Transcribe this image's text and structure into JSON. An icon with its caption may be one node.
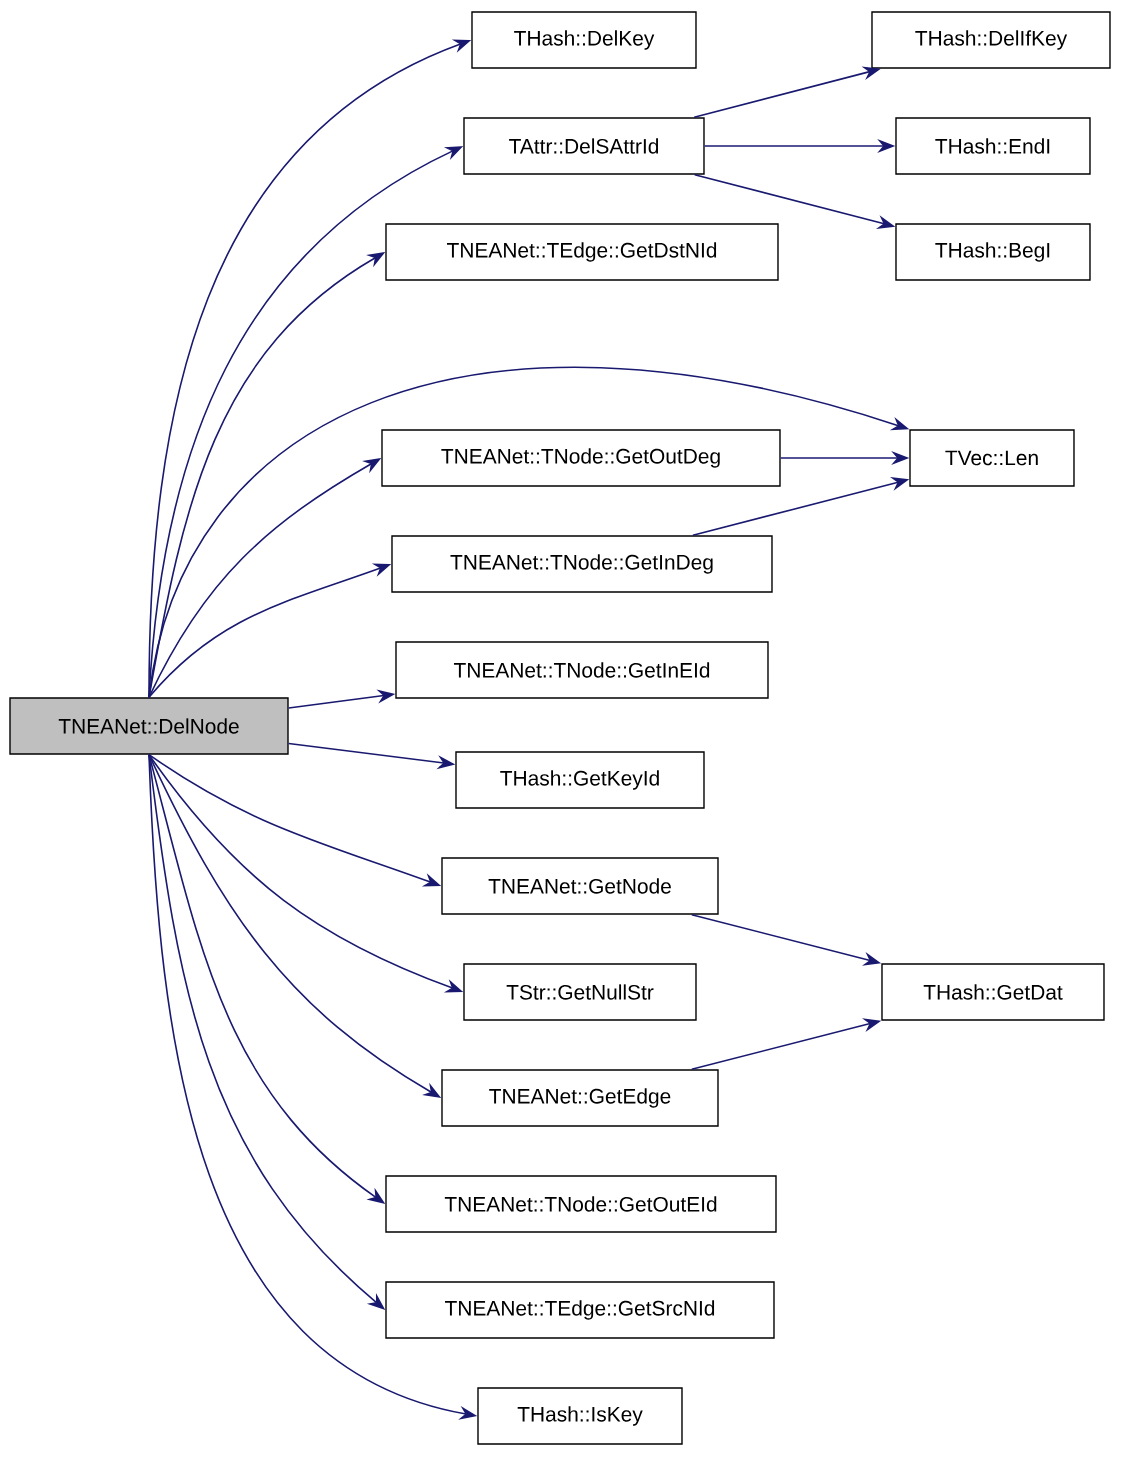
{
  "diagram": {
    "nodes": [
      {
        "text": [
          "TNEANet::DelNode"
        ]
      },
      {
        "text": [
          "THash::DelKey"
        ]
      },
      {
        "text": [
          "TAttr::DelSAttrId"
        ]
      },
      {
        "text": [
          "TNEANet::TEdge::GetDstNId"
        ]
      },
      {
        "text": [
          "TNEANet::TNode::GetOutDeg"
        ]
      },
      {
        "text": [
          "TNEANet::TNode::GetInDeg"
        ]
      },
      {
        "text": [
          "TNEANet::TNode::GetInEId"
        ]
      },
      {
        "text": [
          "THash::GetKeyId"
        ]
      },
      {
        "text": [
          "TNEANet::GetNode"
        ]
      },
      {
        "text": [
          "TStr::GetNullStr"
        ]
      },
      {
        "text": [
          "TNEANet::GetEdge"
        ]
      },
      {
        "text": [
          "TNEANet::TNode::GetOutEId"
        ]
      },
      {
        "text": [
          "TNEANet::TEdge::GetSrcNId"
        ]
      },
      {
        "text": [
          "THash::IsKey"
        ]
      },
      {
        "text": [
          "THash::DelIfKey"
        ]
      },
      {
        "text": [
          "THash::EndI"
        ]
      },
      {
        "text": [
          "THash::BegI"
        ]
      },
      {
        "text": [
          "TVec::Len"
        ]
      },
      {
        "text": [
          "THash::GetDat"
        ]
      }
    ],
    "edges": [
      {
        "from": 0,
        "to": 1,
        "arrow": "to"
      },
      {
        "from": 0,
        "to": 2,
        "arrow": "to"
      },
      {
        "from": 2,
        "to": 14,
        "arrow": "to"
      },
      {
        "from": 2,
        "to": 15,
        "arrow": "to"
      },
      {
        "from": 2,
        "to": 16,
        "arrow": "to"
      },
      {
        "from": 0,
        "to": 3,
        "arrow": "to"
      },
      {
        "from": 0,
        "to": 17,
        "arrow": "to"
      },
      {
        "from": 0,
        "to": 4,
        "arrow": "to"
      },
      {
        "from": 4,
        "to": 17,
        "arrow": "to"
      },
      {
        "from": 0,
        "to": 5,
        "arrow": "to"
      },
      {
        "from": 5,
        "to": 17,
        "arrow": "to"
      },
      {
        "from": 0,
        "to": 6,
        "arrow": "to"
      },
      {
        "from": 0,
        "to": 7,
        "arrow": "to"
      },
      {
        "from": 0,
        "to": 8,
        "arrow": "to"
      },
      {
        "from": 8,
        "to": 18,
        "arrow": "to"
      },
      {
        "from": 0,
        "to": 9,
        "arrow": "to"
      },
      {
        "from": 0,
        "to": 10,
        "arrow": "to"
      },
      {
        "from": 10,
        "to": 18,
        "arrow": "to"
      },
      {
        "from": 0,
        "to": 11,
        "arrow": "to"
      },
      {
        "from": 0,
        "to": 12,
        "arrow": "to"
      },
      {
        "from": 0,
        "to": 13,
        "arrow": "to"
      }
    ]
  }
}
